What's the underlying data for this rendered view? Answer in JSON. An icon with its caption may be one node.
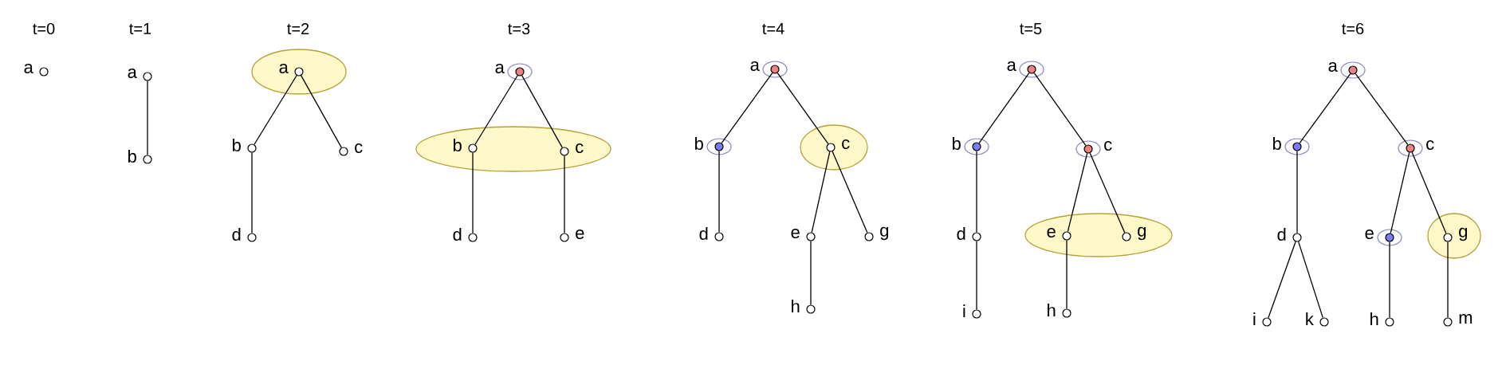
{
  "diagram": {
    "nodes": [
      {
        "text": [],
        "shape": "circle",
        "beside": [
          "a"
        ]
      },
      {
        "text": [],
        "shape": "circle",
        "beside": [
          "a"
        ]
      },
      {
        "text": [],
        "shape": "circle",
        "beside": [
          "b"
        ]
      },
      {
        "text": [],
        "shape": "ellipse"
      },
      {
        "text": [],
        "shape": "circle",
        "beside": [
          "a"
        ],
        "in": 3
      },
      {
        "text": [],
        "shape": "circle",
        "beside": [
          "b"
        ]
      },
      {
        "text": [],
        "shape": "circle",
        "beside": [
          "c"
        ]
      },
      {
        "text": [],
        "shape": "circle",
        "beside": [
          "d"
        ]
      },
      {
        "text": [],
        "shape": "circle",
        "beside": [
          "a"
        ]
      },
      {
        "text": [],
        "shape": "ellipse"
      },
      {
        "text": [],
        "shape": "circle",
        "beside": [
          "b"
        ],
        "in": 9
      },
      {
        "text": [],
        "shape": "circle",
        "beside": [
          "c"
        ],
        "in": 9
      },
      {
        "text": [],
        "shape": "circle",
        "beside": [
          "d"
        ]
      },
      {
        "text": [],
        "shape": "circle",
        "beside": [
          "e"
        ]
      },
      {
        "text": [],
        "shape": "circle",
        "beside": [
          "a"
        ]
      },
      {
        "text": [],
        "shape": "circle",
        "beside": [
          "b"
        ]
      },
      {
        "text": [],
        "shape": "ellipse"
      },
      {
        "text": [],
        "shape": "circle",
        "beside": [
          "c"
        ],
        "in": 16
      },
      {
        "text": [],
        "shape": "circle",
        "beside": [
          "d"
        ]
      },
      {
        "text": [],
        "shape": "circle",
        "beside": [
          "e"
        ]
      },
      {
        "text": [],
        "shape": "circle",
        "beside": [
          "g"
        ]
      },
      {
        "text": [],
        "shape": "circle",
        "beside": [
          "h"
        ]
      },
      {
        "text": [],
        "shape": "circle",
        "beside": [
          "a"
        ]
      },
      {
        "text": [],
        "shape": "circle",
        "beside": [
          "b"
        ]
      },
      {
        "text": [],
        "shape": "circle",
        "beside": [
          "c"
        ]
      },
      {
        "text": [],
        "shape": "circle",
        "beside": [
          "d"
        ]
      },
      {
        "text": [],
        "shape": "ellipse"
      },
      {
        "text": [],
        "shape": "circle",
        "beside": [
          "e"
        ],
        "in": 26
      },
      {
        "text": [],
        "shape": "circle",
        "beside": [
          "g"
        ],
        "in": 26
      },
      {
        "text": [],
        "shape": "circle",
        "beside": [
          "i"
        ]
      },
      {
        "text": [],
        "shape": "circle",
        "beside": [
          "h"
        ]
      },
      {
        "text": [],
        "shape": "circle",
        "beside": [
          "a"
        ]
      },
      {
        "text": [],
        "shape": "circle",
        "beside": [
          "b"
        ]
      },
      {
        "text": [],
        "shape": "circle",
        "beside": [
          "c"
        ]
      },
      {
        "text": [],
        "shape": "circle",
        "beside": [
          "d"
        ]
      },
      {
        "text": [],
        "shape": "circle",
        "beside": [
          "e"
        ]
      },
      {
        "text": [],
        "shape": "ellipse"
      },
      {
        "text": [],
        "shape": "circle",
        "beside": [
          "g"
        ],
        "in": 36
      },
      {
        "text": [],
        "shape": "circle",
        "beside": [
          "i"
        ]
      },
      {
        "text": [],
        "shape": "circle",
        "beside": [
          "k"
        ]
      },
      {
        "text": [],
        "shape": "circle",
        "beside": [
          "h"
        ]
      },
      {
        "text": [],
        "shape": "circle",
        "beside": [
          "m"
        ]
      }
    ],
    "edges": [
      {
        "from": 1,
        "to": 2,
        "arrow": "none"
      },
      {
        "from": 4,
        "to": 5,
        "arrow": "none"
      },
      {
        "from": 4,
        "to": 6,
        "arrow": "none"
      },
      {
        "from": 5,
        "to": 7,
        "arrow": "none"
      },
      {
        "from": 8,
        "to": 10,
        "arrow": "none"
      },
      {
        "from": 8,
        "to": 11,
        "arrow": "none"
      },
      {
        "from": 10,
        "to": 12,
        "arrow": "none"
      },
      {
        "from": 11,
        "to": 13,
        "arrow": "none"
      },
      {
        "from": 14,
        "to": 15,
        "arrow": "none"
      },
      {
        "from": 14,
        "to": 17,
        "arrow": "none"
      },
      {
        "from": 15,
        "to": 18,
        "arrow": "none"
      },
      {
        "from": 17,
        "to": 19,
        "arrow": "none"
      },
      {
        "from": 17,
        "to": 20,
        "arrow": "none"
      },
      {
        "from": 19,
        "to": 21,
        "arrow": "none"
      },
      {
        "from": 22,
        "to": 23,
        "arrow": "none"
      },
      {
        "from": 22,
        "to": 24,
        "arrow": "none"
      },
      {
        "from": 23,
        "to": 25,
        "arrow": "none"
      },
      {
        "from": 25,
        "to": 29,
        "arrow": "none"
      },
      {
        "from": 24,
        "to": 27,
        "arrow": "none"
      },
      {
        "from": 24,
        "to": 28,
        "arrow": "none"
      },
      {
        "from": 27,
        "to": 30,
        "arrow": "none"
      },
      {
        "from": 31,
        "to": 32,
        "arrow": "none"
      },
      {
        "from": 31,
        "to": 33,
        "arrow": "none"
      },
      {
        "from": 32,
        "to": 34,
        "arrow": "none"
      },
      {
        "from": 34,
        "to": 38,
        "arrow": "none"
      },
      {
        "from": 34,
        "to": 39,
        "arrow": "none"
      },
      {
        "from": 33,
        "to": 35,
        "arrow": "none"
      },
      {
        "from": 33,
        "to": 37,
        "arrow": "none"
      },
      {
        "from": 35,
        "to": 40,
        "arrow": "none"
      },
      {
        "from": 37,
        "to": 41,
        "arrow": "none"
      }
    ],
    "labels": [
      "t=0",
      "t=1",
      "t=2",
      "t=3",
      "t=4",
      "t=5",
      "t=6"
    ]
  }
}
